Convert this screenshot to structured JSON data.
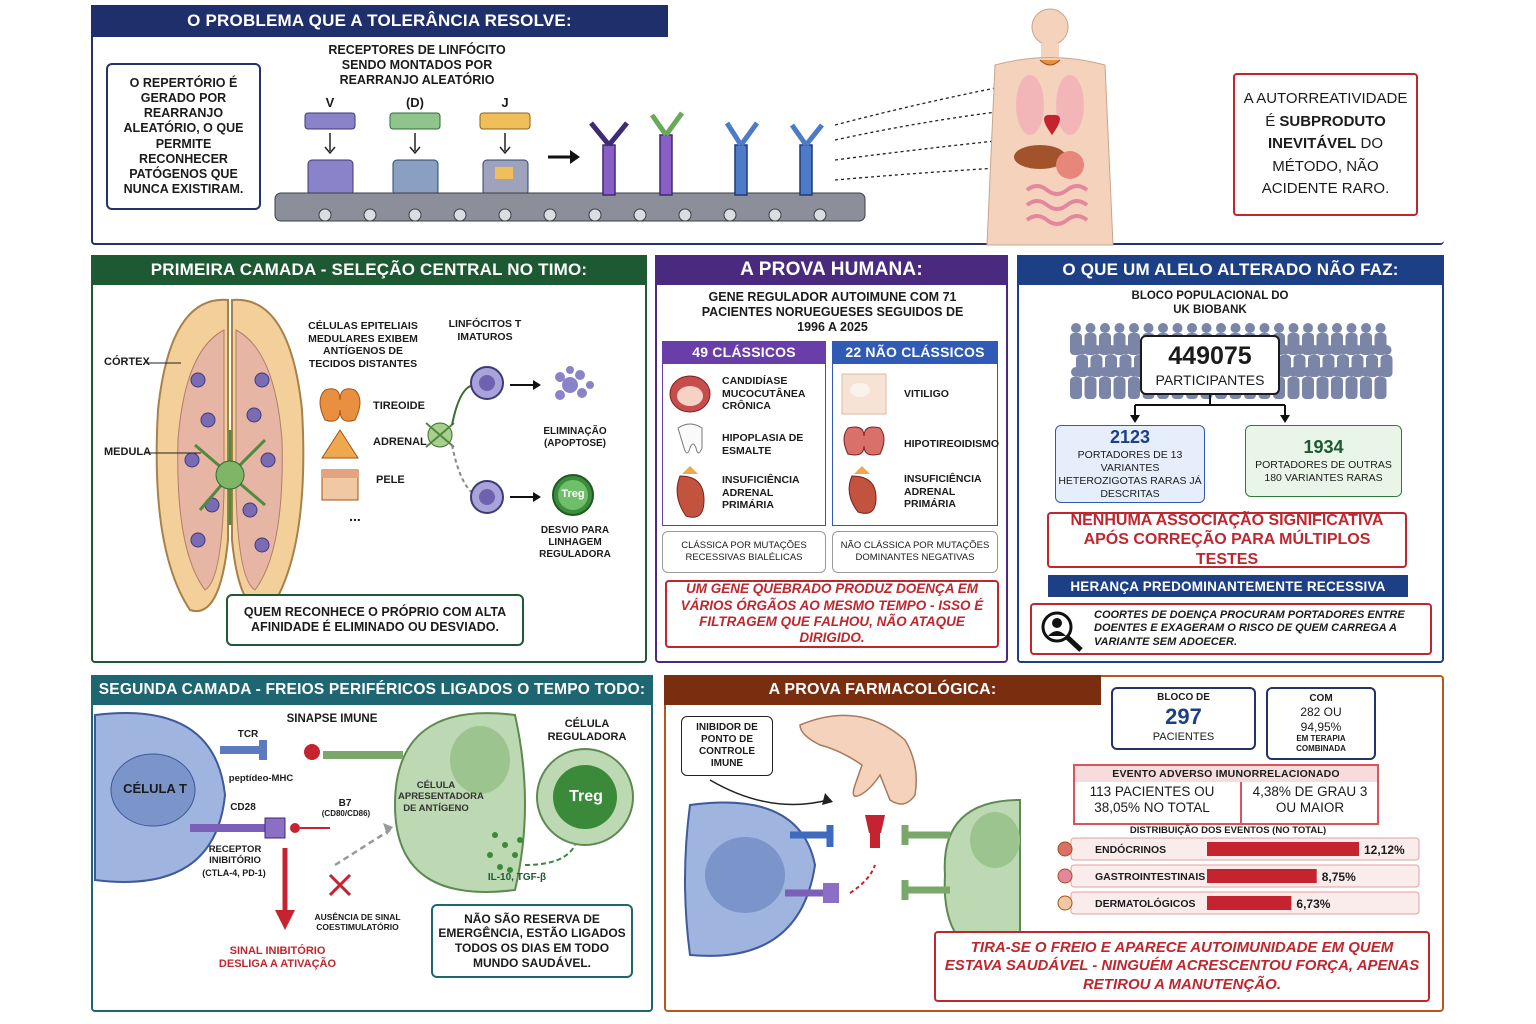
{
  "sec1": {
    "title": "O PROBLEMA QUE A TOLERÂNCIA RESOLVE:",
    "left_box": "O REPERTÓRIO É GERADO POR REARRANJO ALEATÓRIO, O QUE PERMITE RECONHECER PATÓGENOS QUE NUNCA EXISTIRAM.",
    "receptors_label": "RECEPTORES DE LINFÓCITO SENDO MONTADOS POR REARRANJO ALEATÓRIO",
    "seg_v": "V",
    "seg_d": "(D)",
    "seg_j": "J",
    "right_box": {
      "pre": "A AUTORREATIVIDADE É ",
      "bold1": "SUBPRODUTO INEVITÁVEL",
      "post": " DO MÉTODO, NÃO ACIDENTE RARO."
    }
  },
  "sec2": {
    "title": "PRIMEIRA CAMADA - SELEÇÃO CENTRAL NO TIMO:",
    "cortex": "CÓRTEX",
    "medula": "MEDULA",
    "epithelial": "CÉLULAS EPITELIAIS MEDULARES EXIBEM ANTÍGENOS DE TECIDOS DISTANTES",
    "tireoide": "TIREOIDE",
    "adrenal": "ADRENAL",
    "pele": "PELE",
    "ellipsis": "...",
    "immature": "LINFÓCITOS T IMATUROS",
    "elimination": "ELIMINAÇÃO (APOPTOSE)",
    "treg": "Treg",
    "deviation": "DESVIO PARA LINHAGEM REGULADORA",
    "bottom": "QUEM RECONHECE O PRÓPRIO COM ALTA AFINIDADE É ELIMINADO OU DESVIADO."
  },
  "sec3": {
    "title": "A PROVA HUMANA:",
    "subtitle": "GENE REGULADOR AUTOIMUNE COM 71 PACIENTES NORUEGUESES SEGUIDOS DE 1996 A 2025",
    "classic_head": "49 CLÁSSICOS",
    "nonclassic_head": "22 NÃO CLÁSSICOS",
    "classic_items": [
      "CANDIDÍASE MUCOCUTÂNEA CRÔNICA",
      "HIPOPLASIA DE ESMALTE",
      "INSUFICIÊNCIA ADRENAL PRIMÁRIA"
    ],
    "nonclassic_items": [
      "VITILIGO",
      "HIPOTIREOIDISMO",
      "INSUFICIÊNCIA ADRENAL PRIMÁRIA"
    ],
    "classic_foot": "CLÁSSICA POR MUTAÇÕES RECESSIVAS BIALÉLICAS",
    "nonclassic_foot": "NÃO CLÁSSICA POR MUTAÇÕES DOMINANTES NEGATIVAS",
    "red": "UM GENE QUEBRADO PRODUZ DOENÇA EM VÁRIOS ÓRGÃOS AO MESMO TEMPO - ISSO É FILTRAGEM QUE FALHOU, NÃO ATAQUE DIRIGIDO."
  },
  "sec4": {
    "title": "O QUE UM ALELO ALTERADO NÃO FAZ:",
    "block": "BLOCO POPULACIONAL DO UK BIOBANK",
    "participants_n": "449075",
    "participants_label": "PARTICIPANTES",
    "left_n": "2123",
    "left_label": "PORTADORES DE 13 VARIANTES HETEROZIGOTAS RARAS JÁ DESCRITAS",
    "right_n": "1934",
    "right_label": "PORTADORES DE OUTRAS 180 VARIANTES RARAS",
    "red": "NENHUMA ASSOCIAÇÃO SIGNIFICATIVA APÓS CORREÇÃO PARA MÚLTIPLOS TESTES",
    "banner": "HERANÇA PREDOMINANTEMENTE RECESSIVA",
    "cohorts": "COORTES DE DOENÇA PROCURAM PORTADORES ENTRE DOENTES E EXAGERAM O RISCO DE QUEM CARREGA A VARIANTE SEM ADOECER."
  },
  "sec5": {
    "title": "SEGUNDA CAMADA - FREIOS PERIFÉRICOS LIGADOS O TEMPO TODO:",
    "synapse": "SINAPSE IMUNE",
    "tcr": "TCR",
    "tcell": "CÉLULA T",
    "peptide": "peptídeo-MHC",
    "cd28": "CD28",
    "b7": "B7",
    "b7sub": "(CD80/CD86)",
    "apc": "CÉLULA APRESENTADORA DE ANTÍGENO",
    "regcell": "CÉLULA REGULADORA",
    "treg": "Treg",
    "inhib_receptor": "RECEPTOR INIBITÓRIO",
    "inhib_receptor_sub": "(CTLA-4, PD-1)",
    "absence": "AUSÊNCIA DE SINAL COESTIMULATÓRIO",
    "il10": "IL-10, TGF-β",
    "signal": "SINAL INIBITÓRIO DESLIGA A ATIVAÇÃO",
    "box": "NÃO SÃO RESERVA DE EMERGÊNCIA, ESTÃO LIGADOS TODOS OS DIAS EM TODO MUNDO SAUDÁVEL."
  },
  "sec6": {
    "title": "A PROVA FARMACOLÓGICA:",
    "inhibitor": "INIBIDOR DE PONTO DE CONTROLE IMUNE",
    "block_label": "BLOCO DE",
    "block_n": "297",
    "block_sub": "PACIENTES",
    "combo_top": "COM",
    "combo_mid": "282 OU 94,95%",
    "combo_bot": "EM TERAPIA COMBINADA",
    "event_title": "EVENTO ADVERSO IMUNORRELACIONADO",
    "event_left": "113 PACIENTES OU 38,05% NO TOTAL",
    "event_right": "4,38% DE GRAU 3 OU MAIOR",
    "dist_title": "DISTRIBUIÇÃO DOS EVENTOS (NO TOTAL)",
    "red": "TIRA-SE O FREIO E APARECE AUTOIMUNIDADE EM QUEM ESTAVA SAUDÁVEL - NINGUÉM ACRESCENTOU FORÇA, APENAS RETIROU A MANUTENÇÃO."
  },
  "chart_data": {
    "type": "bar",
    "categories": [
      "ENDÓCRINOS",
      "GASTROINTESTINAIS",
      "DERMATOLÓGICOS"
    ],
    "values": [
      12.12,
      8.75,
      6.73
    ],
    "value_labels": [
      "12,12%",
      "8,75%",
      "6,73%"
    ],
    "title": "DISTRIBUIÇÃO DOS EVENTOS (NO TOTAL)",
    "xlabel": "",
    "ylabel": "",
    "xlim": [
      0,
      12.12
    ],
    "bar_color": "#c62330"
  }
}
